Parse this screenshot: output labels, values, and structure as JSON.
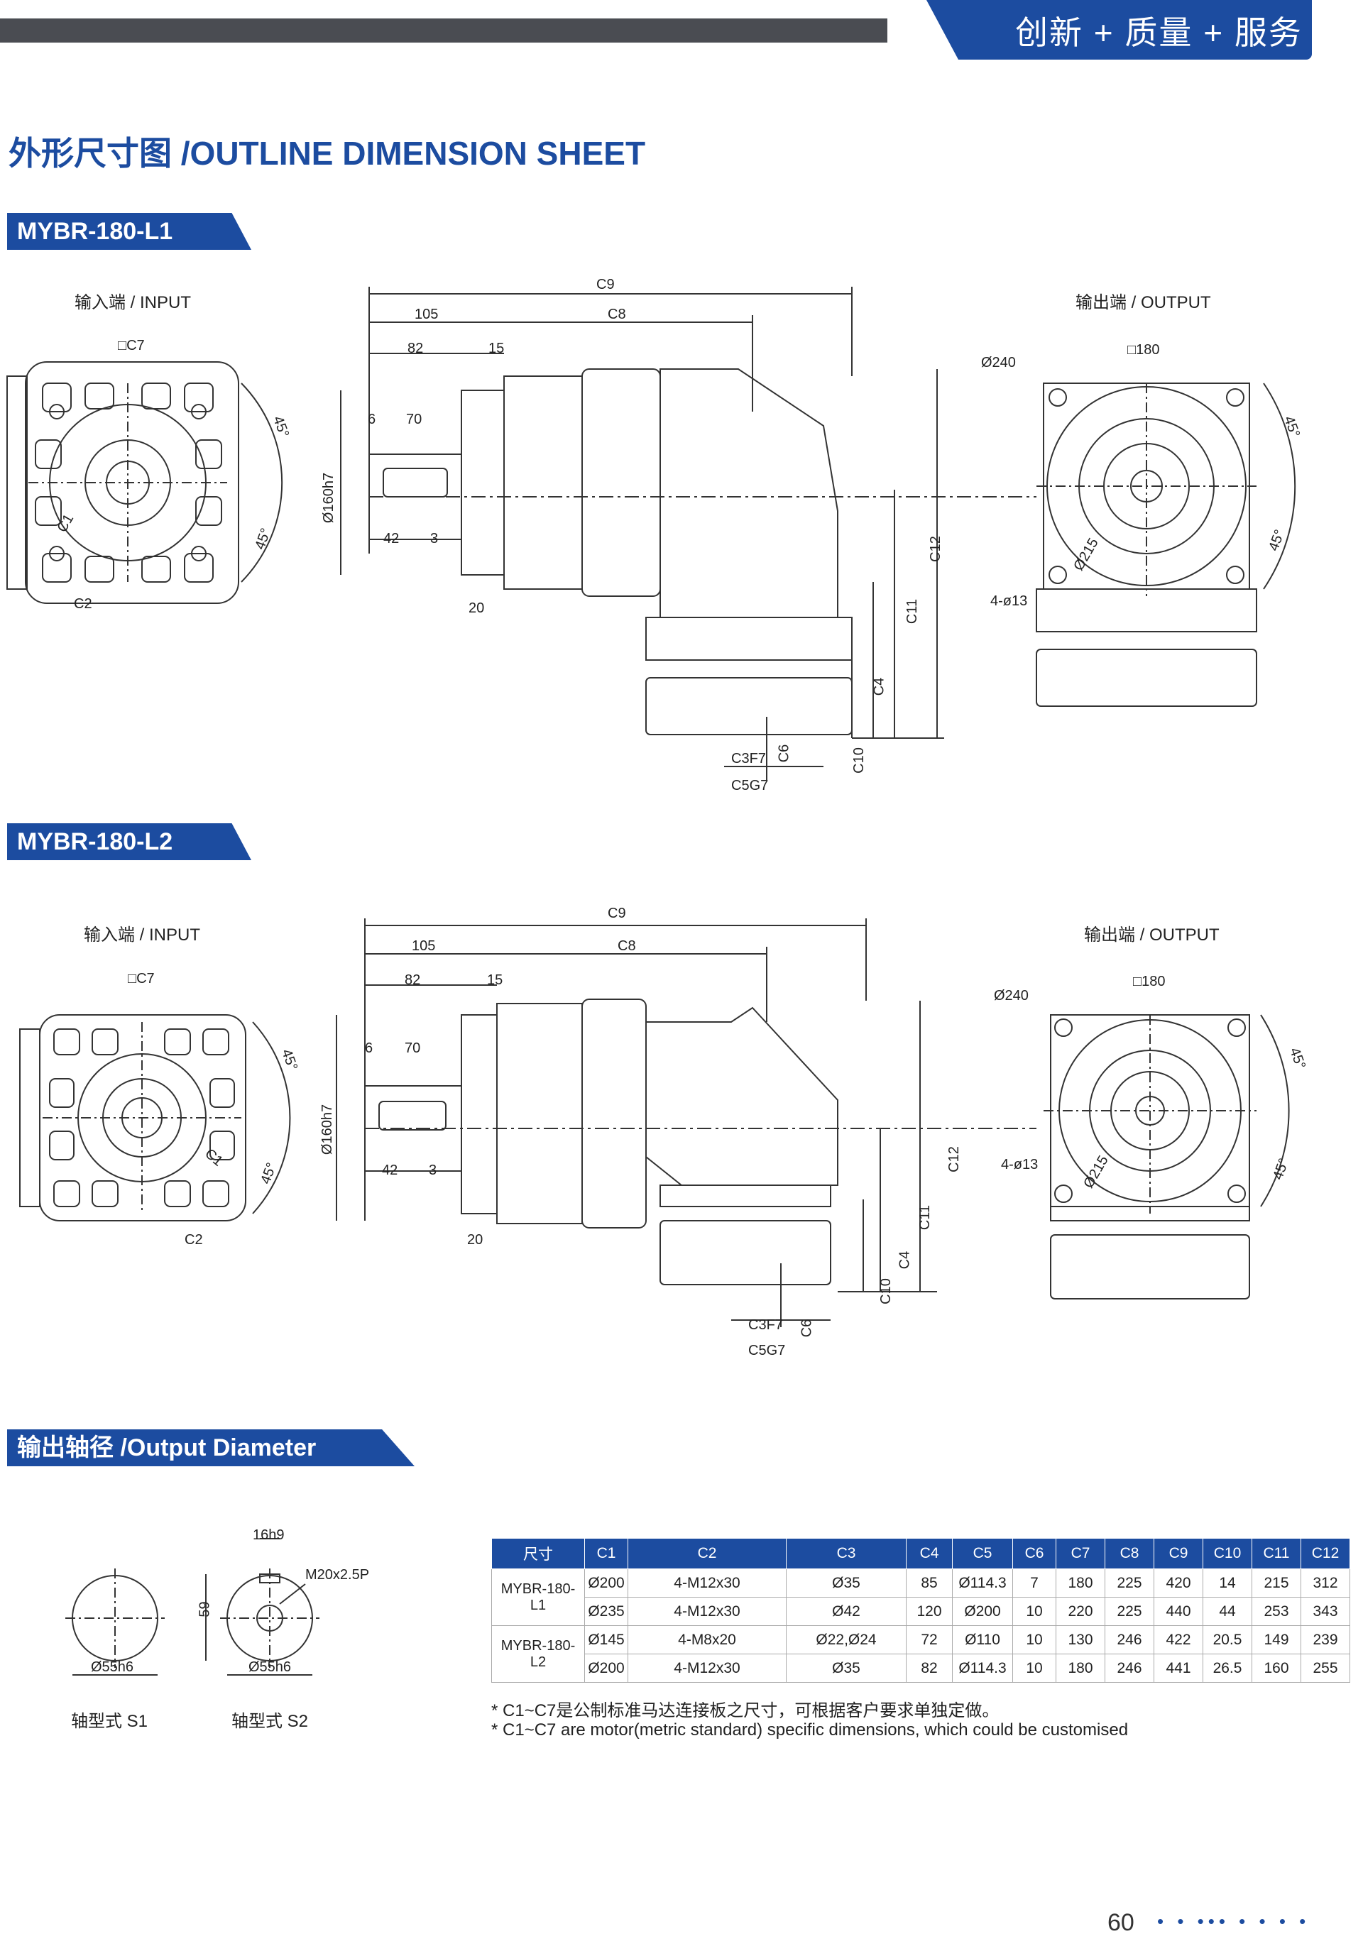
{
  "header": {
    "brand": "创新 + 质量 + 服务"
  },
  "page_title": "外形尺寸图 /OUTLINE DIMENSION SHEET",
  "sections": {
    "l1": "MYBR-180-L1",
    "l2": "MYBR-180-L2",
    "output_diameter": "输出轴径 /Output Diameter"
  },
  "views": {
    "input": "输入端 / INPUT",
    "output": "输出端 / OUTPUT"
  },
  "dims": {
    "c9": "C9",
    "c8": "C8",
    "d105": "105",
    "d82": "82",
    "d15": "15",
    "d6": "6",
    "d70": "70",
    "d42": "42",
    "d3": "3",
    "d20": "20",
    "d160": "Ø160h7",
    "c12": "C12",
    "c11": "C11",
    "c4": "C4",
    "c10": "C10",
    "c6": "C6",
    "c3": "C3F7",
    "c5": "C5G7",
    "c7": "□C7",
    "c1": "C1",
    "c2": "C2",
    "deg45": "45°",
    "d240": "Ø240",
    "sq180": "□180",
    "d215": "Ø215",
    "holes": "4-ø13"
  },
  "shaft": {
    "d16": "16h9",
    "m20": "M20x2.5P",
    "d59": "59",
    "d55": "Ø55h6",
    "s1": "轴型式  S1",
    "s2": "轴型式  S2"
  },
  "table": {
    "headers": [
      "尺寸",
      "C1",
      "C2",
      "C3",
      "C4",
      "C5",
      "C6",
      "C7",
      "C8",
      "C9",
      "C10",
      "C11",
      "C12"
    ],
    "groups": [
      {
        "model": "MYBR-180-L1",
        "rows": [
          [
            "Ø200",
            "4-M12x30",
            "Ø35",
            "85",
            "Ø114.3",
            "7",
            "180",
            "225",
            "420",
            "14",
            "215",
            "312"
          ],
          [
            "Ø235",
            "4-M12x30",
            "Ø42",
            "120",
            "Ø200",
            "10",
            "220",
            "225",
            "440",
            "44",
            "253",
            "343"
          ]
        ]
      },
      {
        "model": "MYBR-180-L2",
        "rows": [
          [
            "Ø145",
            "4-M8x20",
            "Ø22,Ø24",
            "72",
            "Ø110",
            "10",
            "130",
            "246",
            "422",
            "20.5",
            "149",
            "239"
          ],
          [
            "Ø200",
            "4-M12x30",
            "Ø35",
            "82",
            "Ø114.3",
            "10",
            "180",
            "246",
            "441",
            "26.5",
            "160",
            "255"
          ]
        ]
      }
    ]
  },
  "notes": [
    "* C1~C7是公制标准马达连接板之尺寸，可根据客户要求单独定做。",
    "* C1~C7 are motor(metric standard) specific dimensions, which could be customised"
  ],
  "page_number": "60",
  "colors": {
    "brand": "#1c4ca0",
    "bar": "#4a4c52"
  }
}
